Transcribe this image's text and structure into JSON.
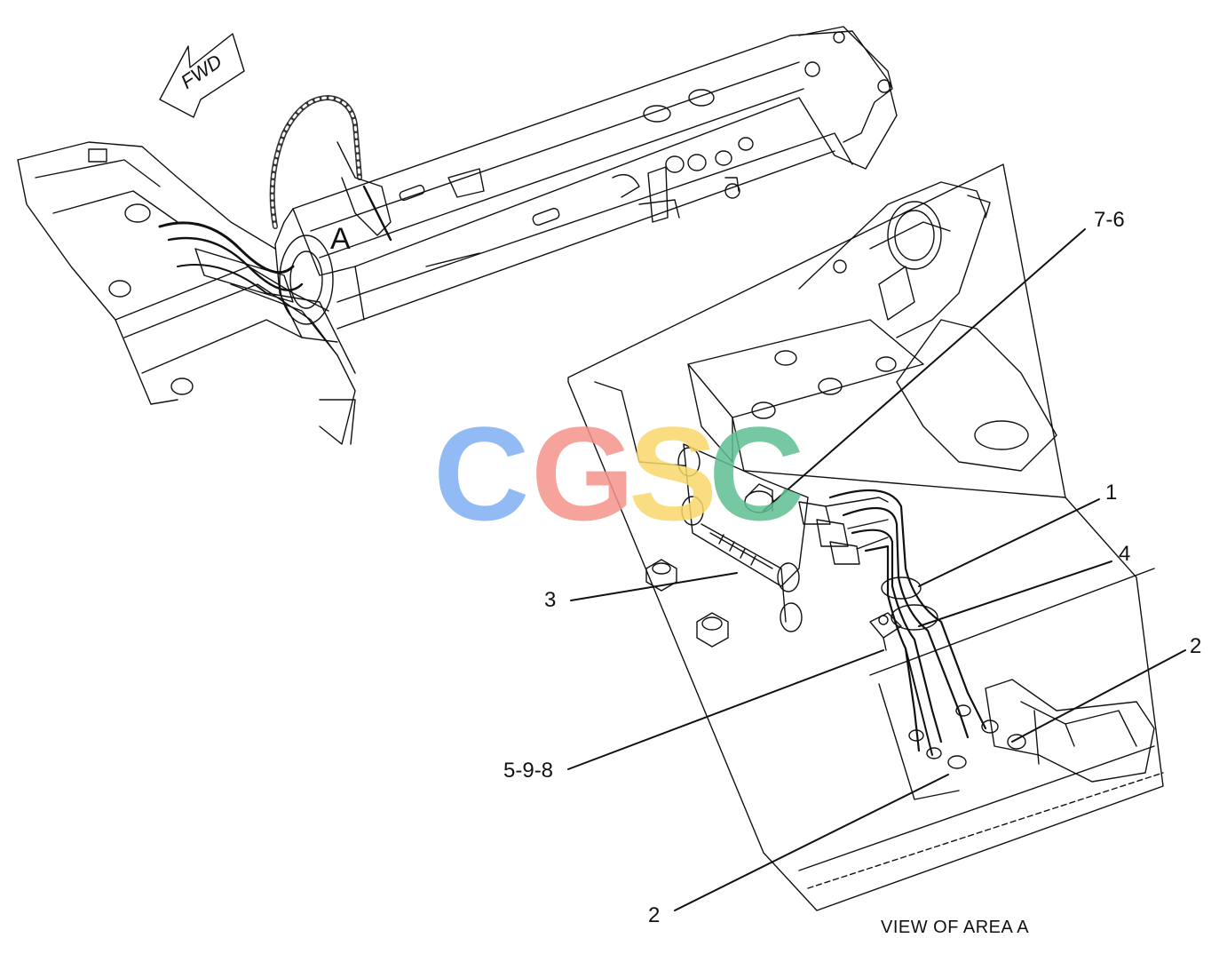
{
  "direction_label": "FWD",
  "area_marker": "A",
  "view_caption": "VIEW OF AREA A",
  "watermark": {
    "letters": [
      "C",
      "G",
      "S",
      "C"
    ],
    "colors": [
      "#7fb0f5",
      "#f4948a",
      "#f8d86a",
      "#5fbf94"
    ]
  },
  "callouts": {
    "c76": "7-6",
    "c1": "1",
    "c4": "4",
    "c3": "3",
    "c2_right": "2",
    "c598": "5-9-8",
    "c2_bottom": "2"
  }
}
